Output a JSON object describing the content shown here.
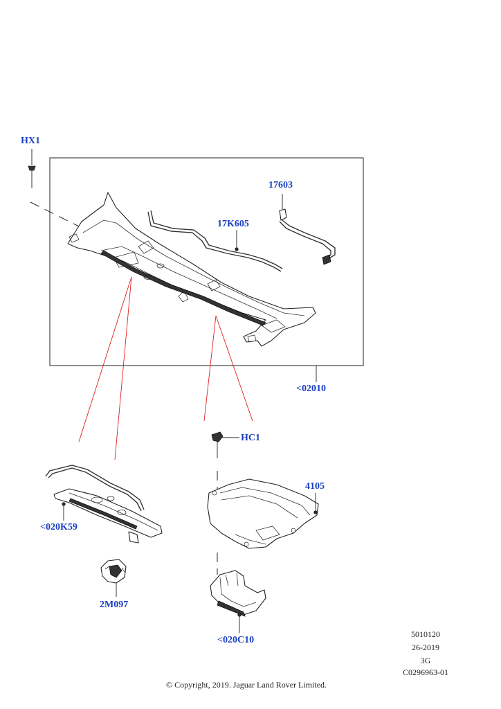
{
  "callouts": {
    "hx1": "HX1",
    "p17603": "17603",
    "p17k605": "17K605",
    "p02010": "<02010",
    "hc1": "HC1",
    "p4105": "4105",
    "p020k59": "<020K59",
    "p2m097": "2M097",
    "p020c10": "<020C10"
  },
  "meta": {
    "line1": "5010120",
    "line2": "26-2019",
    "line3": "3G",
    "line4": "C0296963-01"
  },
  "copyright": "© Copyright, 2019. Jaguar Land Rover Limited.",
  "colors": {
    "callout_text": "#1a3fc0",
    "leader_red": "#e02020",
    "line": "#222222"
  }
}
